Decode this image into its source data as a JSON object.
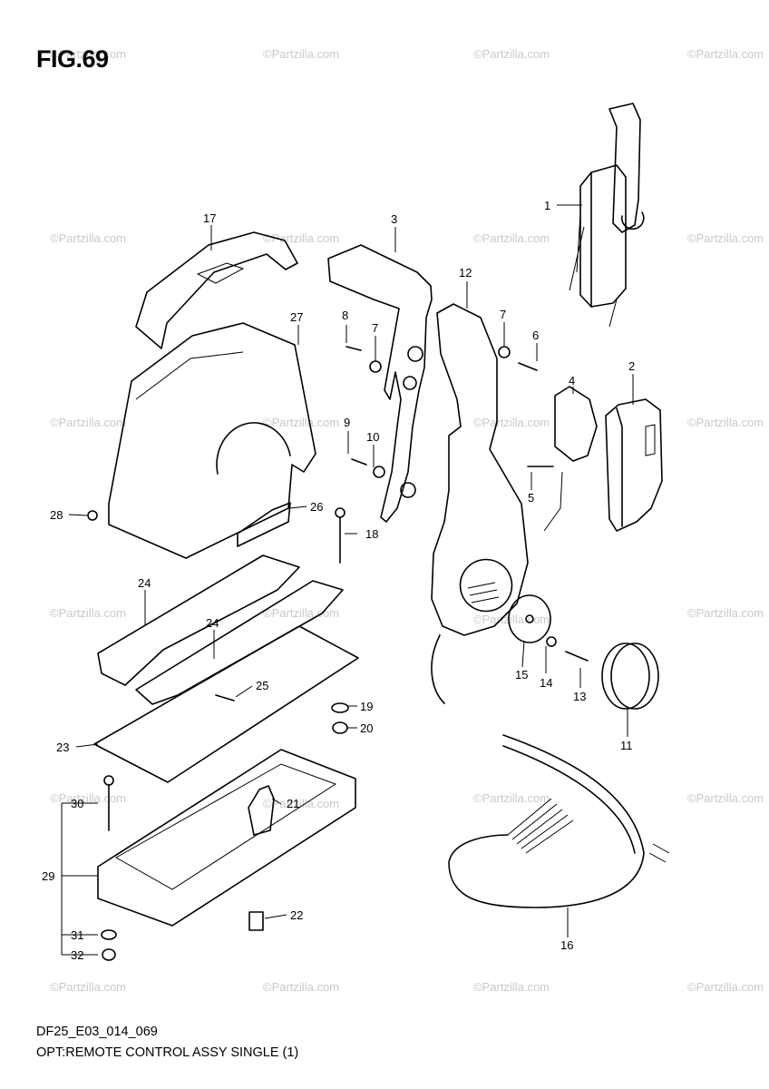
{
  "figure": {
    "title": "FIG.69",
    "code": "DF25_E03_014_069",
    "description": "OPT:REMOTE CONTROL ASSY SINGLE (1)"
  },
  "watermark": {
    "text": "Partzilla.com"
  },
  "callouts": [
    {
      "id": "c1",
      "label": "1"
    },
    {
      "id": "c2",
      "label": "2"
    },
    {
      "id": "c3",
      "label": "3"
    },
    {
      "id": "c4",
      "label": "4"
    },
    {
      "id": "c5",
      "label": "5"
    },
    {
      "id": "c6",
      "label": "6"
    },
    {
      "id": "c7a",
      "label": "7"
    },
    {
      "id": "c7b",
      "label": "7"
    },
    {
      "id": "c8",
      "label": "8"
    },
    {
      "id": "c9",
      "label": "9"
    },
    {
      "id": "c10",
      "label": "10"
    },
    {
      "id": "c11",
      "label": "11"
    },
    {
      "id": "c12",
      "label": "12"
    },
    {
      "id": "c13",
      "label": "13"
    },
    {
      "id": "c14",
      "label": "14"
    },
    {
      "id": "c15",
      "label": "15"
    },
    {
      "id": "c16",
      "label": "16"
    },
    {
      "id": "c17",
      "label": "17"
    },
    {
      "id": "c18",
      "label": "18"
    },
    {
      "id": "c19",
      "label": "19"
    },
    {
      "id": "c20",
      "label": "20"
    },
    {
      "id": "c21",
      "label": "21"
    },
    {
      "id": "c22",
      "label": "22"
    },
    {
      "id": "c23",
      "label": "23"
    },
    {
      "id": "c24a",
      "label": "24"
    },
    {
      "id": "c24b",
      "label": "24"
    },
    {
      "id": "c25",
      "label": "25"
    },
    {
      "id": "c26",
      "label": "26"
    },
    {
      "id": "c27",
      "label": "27"
    },
    {
      "id": "c28",
      "label": "28"
    },
    {
      "id": "c29",
      "label": "29"
    },
    {
      "id": "c30",
      "label": "30"
    },
    {
      "id": "c31",
      "label": "31"
    },
    {
      "id": "c32",
      "label": "32"
    }
  ]
}
